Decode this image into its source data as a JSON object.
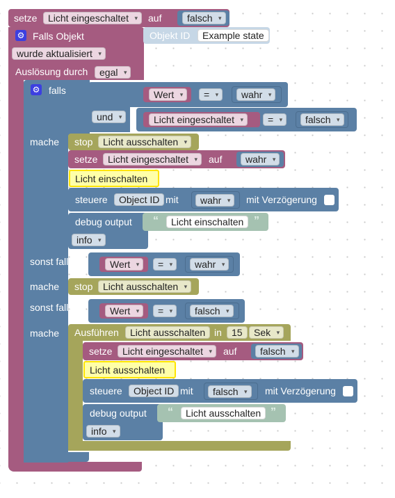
{
  "set_var": {
    "kw": "setze",
    "var": "Licht eingeschaltet",
    "to": "auf",
    "val": "falsch"
  },
  "trigger": {
    "title": "Falls Objekt",
    "object_id_label": "Objekt ID",
    "object_id": "Example state",
    "event": "wurde aktualisiert",
    "trigger_label": "Auslösung durch",
    "trigger_val": "egal"
  },
  "if_block": {
    "falls": "falls",
    "und": "und",
    "mache": "mache",
    "sonst_falls": "sonst falls",
    "cond1": {
      "var": "Wert",
      "op": "=",
      "val": "wahr"
    },
    "cond2": {
      "var": "Licht eingeschaltet",
      "op": "=",
      "val": "falsch"
    },
    "do1": {
      "stop_kw": "stop",
      "stop_val": "Licht ausschalten",
      "set_kw": "setze",
      "set_var": "Licht eingeschaltet",
      "set_to": "auf",
      "set_val": "wahr",
      "comment": "Licht einschalten",
      "control_kw": "steuere",
      "control_obj": "Object ID",
      "control_mit": "mit",
      "control_val": "wahr",
      "control_delay": "mit Verzögerung",
      "debug_kw": "debug output",
      "debug_text": "Licht einschalten",
      "debug_level": "info"
    },
    "cond3": {
      "var": "Wert",
      "op": "=",
      "val": "wahr"
    },
    "do2": {
      "stop_kw": "stop",
      "stop_val": "Licht ausschalten"
    },
    "cond4": {
      "var": "Wert",
      "op": "=",
      "val": "falsch"
    },
    "do3": {
      "run_kw": "Ausführen",
      "run_val": "Licht ausschalten",
      "run_in": "in",
      "run_num": "15",
      "run_unit": "Sek",
      "set_kw": "setze",
      "set_var": "Licht eingeschaltet",
      "set_to": "auf",
      "set_val": "falsch",
      "comment": "Licht ausschalten",
      "control_kw": "steuere",
      "control_obj": "Object ID",
      "control_mit": "mit",
      "control_val": "falsch",
      "control_delay": "mit Verzögerung",
      "debug_kw": "debug output",
      "debug_text": "Licht ausschalten",
      "debug_level": "info"
    }
  },
  "icons": {
    "gear": "gear-icon",
    "dropdown": "dropdown-arrow-icon"
  },
  "colors": {
    "variables": "#a55b80",
    "logic": "#5b80a5",
    "timeouts": "#a5a55b",
    "text": "#a5c2b1",
    "comment": "#ffffa8"
  }
}
